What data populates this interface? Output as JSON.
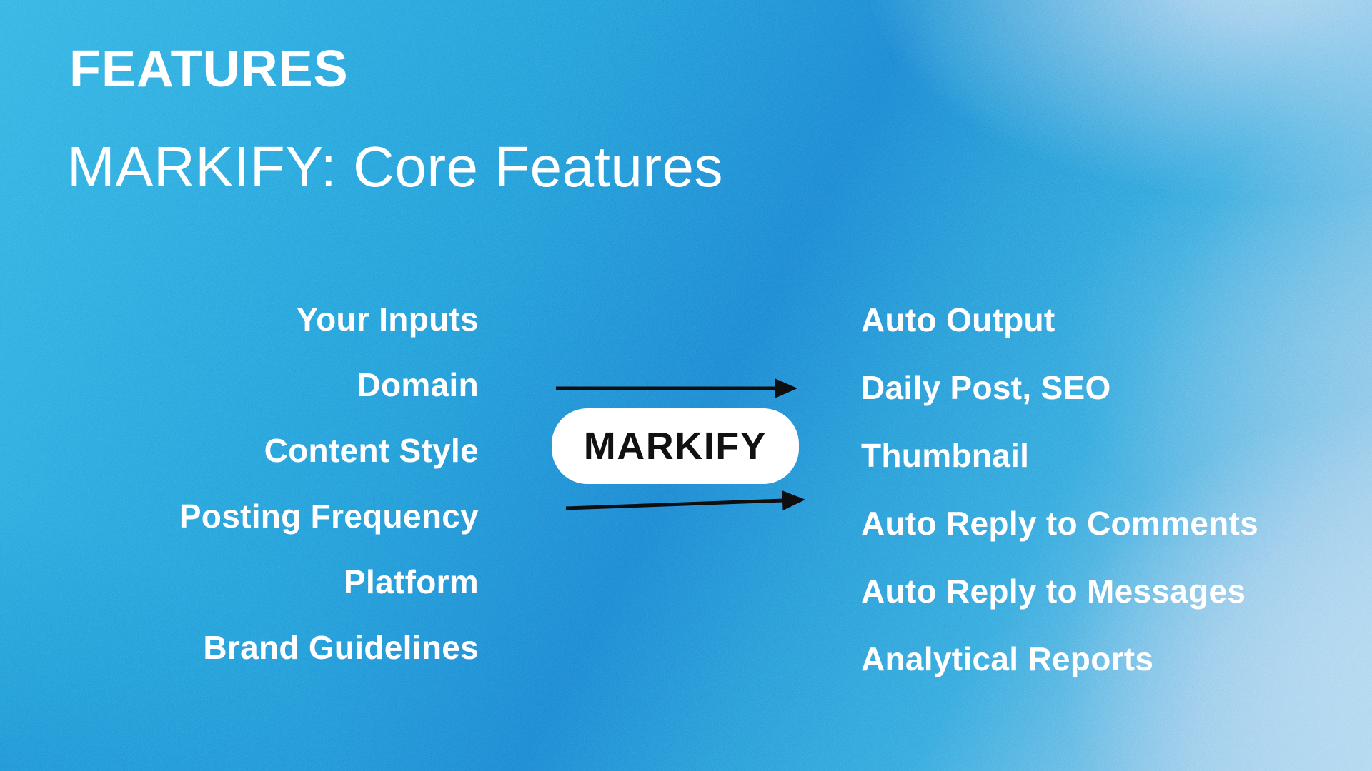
{
  "slide": {
    "kicker": "FEATURES",
    "title": "MARKIFY: Core Features"
  },
  "diagram": {
    "inputs": {
      "rows": [
        "Your Inputs",
        "Domain",
        "Content Style",
        "Posting Frequency",
        "Platform",
        "Brand Guidelines"
      ]
    },
    "brand": {
      "label": "MARKIFY"
    },
    "outputs": {
      "rows": [
        "Auto Output",
        "Daily Post, SEO",
        "Thumbnail",
        "Auto Reply to Comments",
        "Auto Reply to Messages",
        "Analytical Reports"
      ]
    }
  },
  "colors": {
    "background_top_left": "#2f9fdb",
    "background_deep_blue": "#1b70c5",
    "background_light_edge": "#96ccec",
    "text_primary": "#ffffff",
    "pill_background": "#ffffff",
    "pill_text": "#0d0d0d",
    "arrow": "#0b0b0b"
  }
}
